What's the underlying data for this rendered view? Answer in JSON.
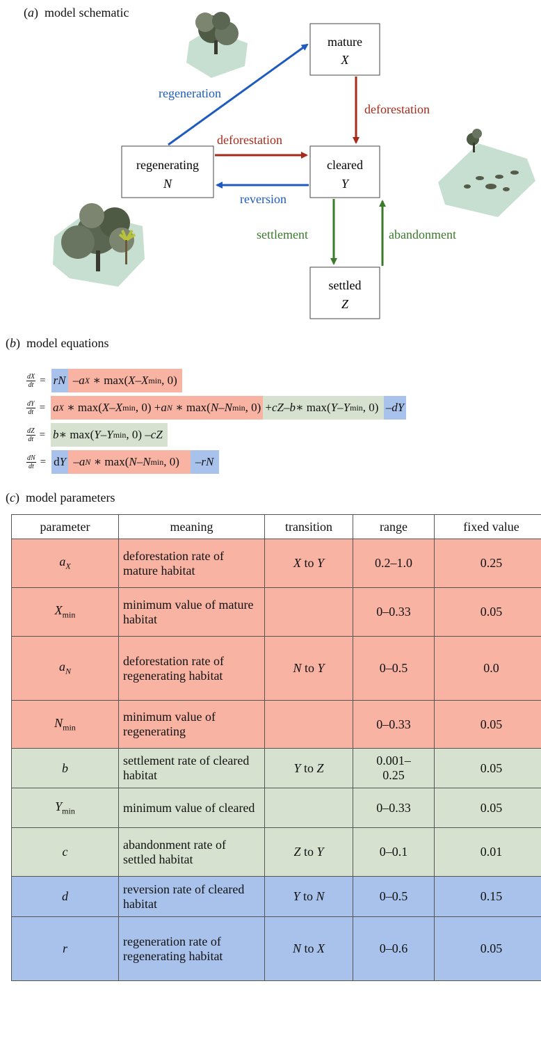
{
  "panel_a": {
    "letter": "a",
    "title": "model schematic"
  },
  "panel_b": {
    "letter": "b",
    "title": "model equations"
  },
  "panel_c": {
    "letter": "c",
    "title": "model parameters"
  },
  "schematic": {
    "nodes": {
      "mature": {
        "label": "mature",
        "symbol": "X"
      },
      "cleared": {
        "label": "cleared",
        "symbol": "Y"
      },
      "regenerating": {
        "label": "regenerating",
        "symbol": "N"
      },
      "settled": {
        "label": "settled",
        "symbol": "Z"
      }
    },
    "arrows": {
      "regeneration": "regeneration",
      "deforestation_mature": "deforestation",
      "deforestation_regen": "deforestation",
      "reversion": "reversion",
      "settlement": "settlement",
      "abandonment": "abandonment"
    },
    "colors": {
      "red": "#a52a1a",
      "blue": "#1f5bbf",
      "green": "#3a7a2a"
    }
  },
  "equations": {
    "dX": {
      "num": "dX",
      "den": "dt"
    },
    "dY": {
      "num": "dY",
      "den": "dt"
    },
    "dZ": {
      "num": "dZ",
      "den": "dt"
    },
    "dN": {
      "num": "dN",
      "den": "dt"
    },
    "equals": "="
  },
  "table": {
    "headers": [
      "parameter",
      "meaning",
      "transition",
      "range",
      "fixed value"
    ],
    "rows": [
      {
        "meaning": "deforestation rate of mature habitat",
        "transition_from": "X",
        "transition_to": "Y",
        "range": "0.2–1.0",
        "fixed": "0.25"
      },
      {
        "meaning": "minimum value of mature habitat",
        "range": "0–0.33",
        "fixed": "0.05"
      },
      {
        "meaning": "deforestation rate of regenerating habitat",
        "transition_from": "N",
        "transition_to": "Y",
        "range": "0–0.5",
        "fixed": "0.0"
      },
      {
        "meaning": "minimum value of regenerating",
        "range": "0–0.33",
        "fixed": "0.05"
      },
      {
        "meaning": "settlement rate of cleared habitat",
        "transition_from": "Y",
        "transition_to": "Z",
        "range": "0.001–0.25",
        "fixed": "0.05"
      },
      {
        "meaning": "minimum value of cleared",
        "range": "0–0.33",
        "fixed": "0.05"
      },
      {
        "meaning": "abandonment rate of settled habitat",
        "transition_from": "Z",
        "transition_to": "Y",
        "range": "0–0.1",
        "fixed": "0.01"
      },
      {
        "meaning": "reversion rate of cleared habitat",
        "transition_from": "Y",
        "transition_to": "N",
        "range": "0–0.5",
        "fixed": "0.15"
      },
      {
        "meaning": "regeneration rate of regenerating habitat",
        "transition_from": "N",
        "transition_to": "X",
        "range": "0–0.6",
        "fixed": "0.05"
      }
    ],
    "to_word": "to"
  }
}
